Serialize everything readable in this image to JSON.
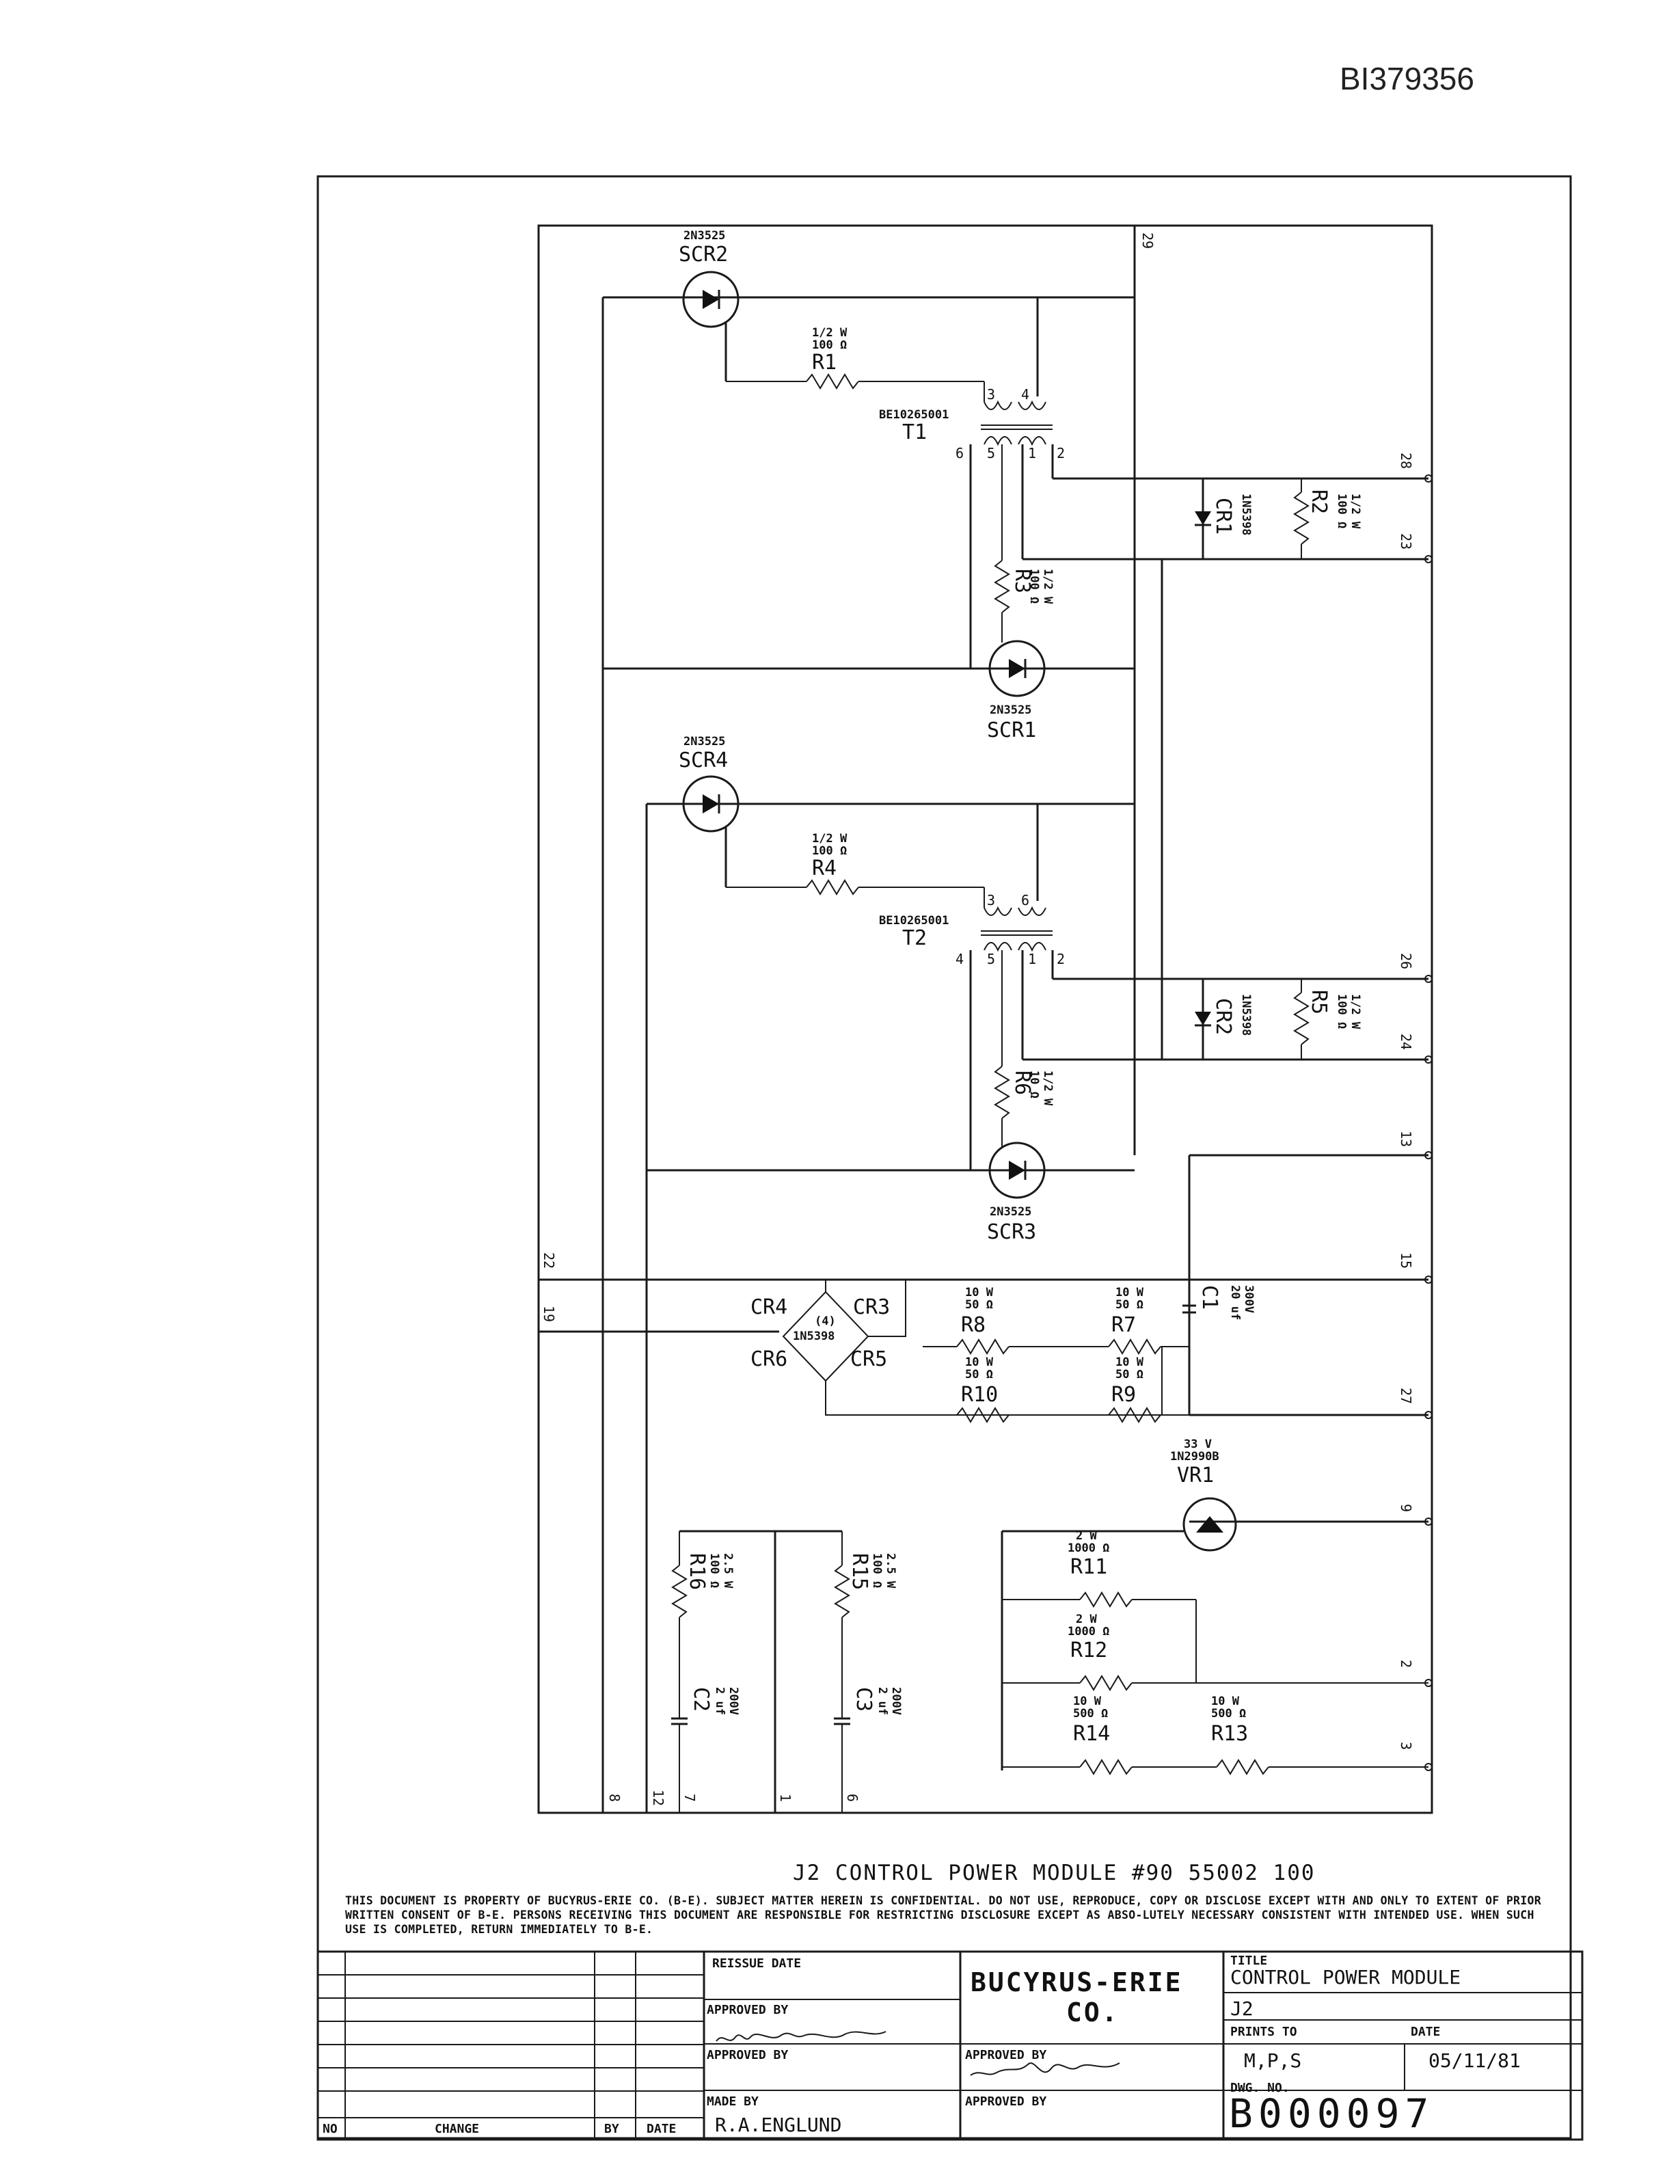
{
  "document_id": "BI379356",
  "title_line": "J2 CONTROL POWER MODULE #90 55002 100",
  "notice": "THIS DOCUMENT IS PROPERTY OF BUCYRUS-ERIE CO. (B-E). SUBJECT MATTER HEREIN IS CONFIDENTIAL. DO NOT USE, REPRODUCE, COPY OR DISCLOSE EXCEPT WITH AND ONLY TO EXTENT OF PRIOR WRITTEN CONSENT OF B-E. PERSONS RECEIVING THIS DOCUMENT ARE RESPONSIBLE FOR RESTRICTING DISCLOSURE EXCEPT AS ABSO-LUTELY NECESSARY CONSISTENT WITH INTENDED USE. WHEN SUCH USE IS COMPLETED, RETURN IMMEDIATELY TO B-E.",
  "components": {
    "scr2": {
      "name": "SCR2",
      "part": "2N3525"
    },
    "scr1": {
      "name": "SCR1",
      "part": "2N3525"
    },
    "scr4": {
      "name": "SCR4",
      "part": "2N3525"
    },
    "scr3": {
      "name": "SCR3",
      "part": "2N3525"
    },
    "r1": {
      "name": "R1",
      "rating": "1/2 W",
      "value": "100 Ω"
    },
    "r3": {
      "name": "R3",
      "rating": "1/2 W",
      "value": "100 Ω"
    },
    "r4": {
      "name": "R4",
      "rating": "1/2 W",
      "value": "100 Ω"
    },
    "r6": {
      "name": "R6",
      "rating": "1/2 W",
      "value": "10 Ω"
    },
    "r2": {
      "name": "R2",
      "rating": "1/2 W",
      "value": "100 Ω"
    },
    "r5": {
      "name": "R5",
      "rating": "1/2 W",
      "value": "100 Ω"
    },
    "t1": {
      "name": "T1",
      "part": "BE10265001"
    },
    "t2": {
      "name": "T2",
      "part": "BE10265001"
    },
    "cr1": {
      "name": "CR1",
      "part": "1N5398"
    },
    "cr2": {
      "name": "CR2",
      "part": "1N5398"
    },
    "bridge": {
      "names": [
        "CR4",
        "CR3",
        "CR6",
        "CR5"
      ],
      "count": "(4)",
      "part": "1N5398"
    },
    "r8": {
      "name": "R8",
      "rating": "10 W",
      "value": "50 Ω"
    },
    "r7": {
      "name": "R7",
      "rating": "10 W",
      "value": "50 Ω"
    },
    "r10": {
      "name": "R10",
      "rating": "10 W",
      "value": "50 Ω"
    },
    "r9": {
      "name": "R9",
      "rating": "10 W",
      "value": "50 Ω"
    },
    "c1": {
      "name": "C1",
      "rating": "300V",
      "value": "20 uf"
    },
    "vr1": {
      "name": "VR1",
      "rating": "33 V",
      "part": "1N2990B"
    },
    "r11": {
      "name": "R11",
      "rating": "2 W",
      "value": "1000 Ω"
    },
    "r12": {
      "name": "R12",
      "rating": "2 W",
      "value": "1000 Ω"
    },
    "r14": {
      "name": "R14",
      "rating": "10 W",
      "value": "500 Ω"
    },
    "r13": {
      "name": "R13",
      "rating": "10 W",
      "value": "500 Ω"
    },
    "r16": {
      "name": "R16",
      "rating": "2.5 W",
      "value": "100 Ω"
    },
    "r15": {
      "name": "R15",
      "rating": "2.5 W",
      "value": "100 Ω"
    },
    "c2": {
      "name": "C2",
      "rating": "200V",
      "value": "2 uf"
    },
    "c3": {
      "name": "C3",
      "rating": "200V",
      "value": "2 uf"
    }
  },
  "terminals": {
    "right": [
      "29",
      "28",
      "23",
      "26",
      "24",
      "13",
      "15",
      "27",
      "9",
      "2",
      "3"
    ],
    "left": [
      "22",
      "19"
    ],
    "bottom": [
      "8",
      "12",
      "7",
      "1",
      "6"
    ]
  },
  "transformer_pins": {
    "t1": [
      "3",
      "4",
      "6",
      "5",
      "1",
      "2"
    ],
    "t2": [
      "3",
      "6",
      "4",
      "5",
      "1",
      "2"
    ]
  },
  "title_block": {
    "revision_headers": {
      "no": "NO",
      "change": "CHANGE",
      "by": "BY",
      "date": "DATE"
    },
    "reissue_date_label": "REISSUE DATE",
    "approved_by_label": "APPROVED BY",
    "made_by_label": "MADE BY",
    "made_by": "R.A.ENGLUND",
    "company": "BUCYRUS-ERIE",
    "company_suffix": "CO.",
    "title_label": "TITLE",
    "title": "CONTROL POWER MODULE",
    "subtitle": "J2",
    "prints_to_label": "PRINTS TO",
    "prints_to": "M,P,S",
    "date_label": "DATE",
    "date": "05/11/81",
    "dwg_no_label": "DWG. NO.",
    "dwg_no": "B000097"
  }
}
